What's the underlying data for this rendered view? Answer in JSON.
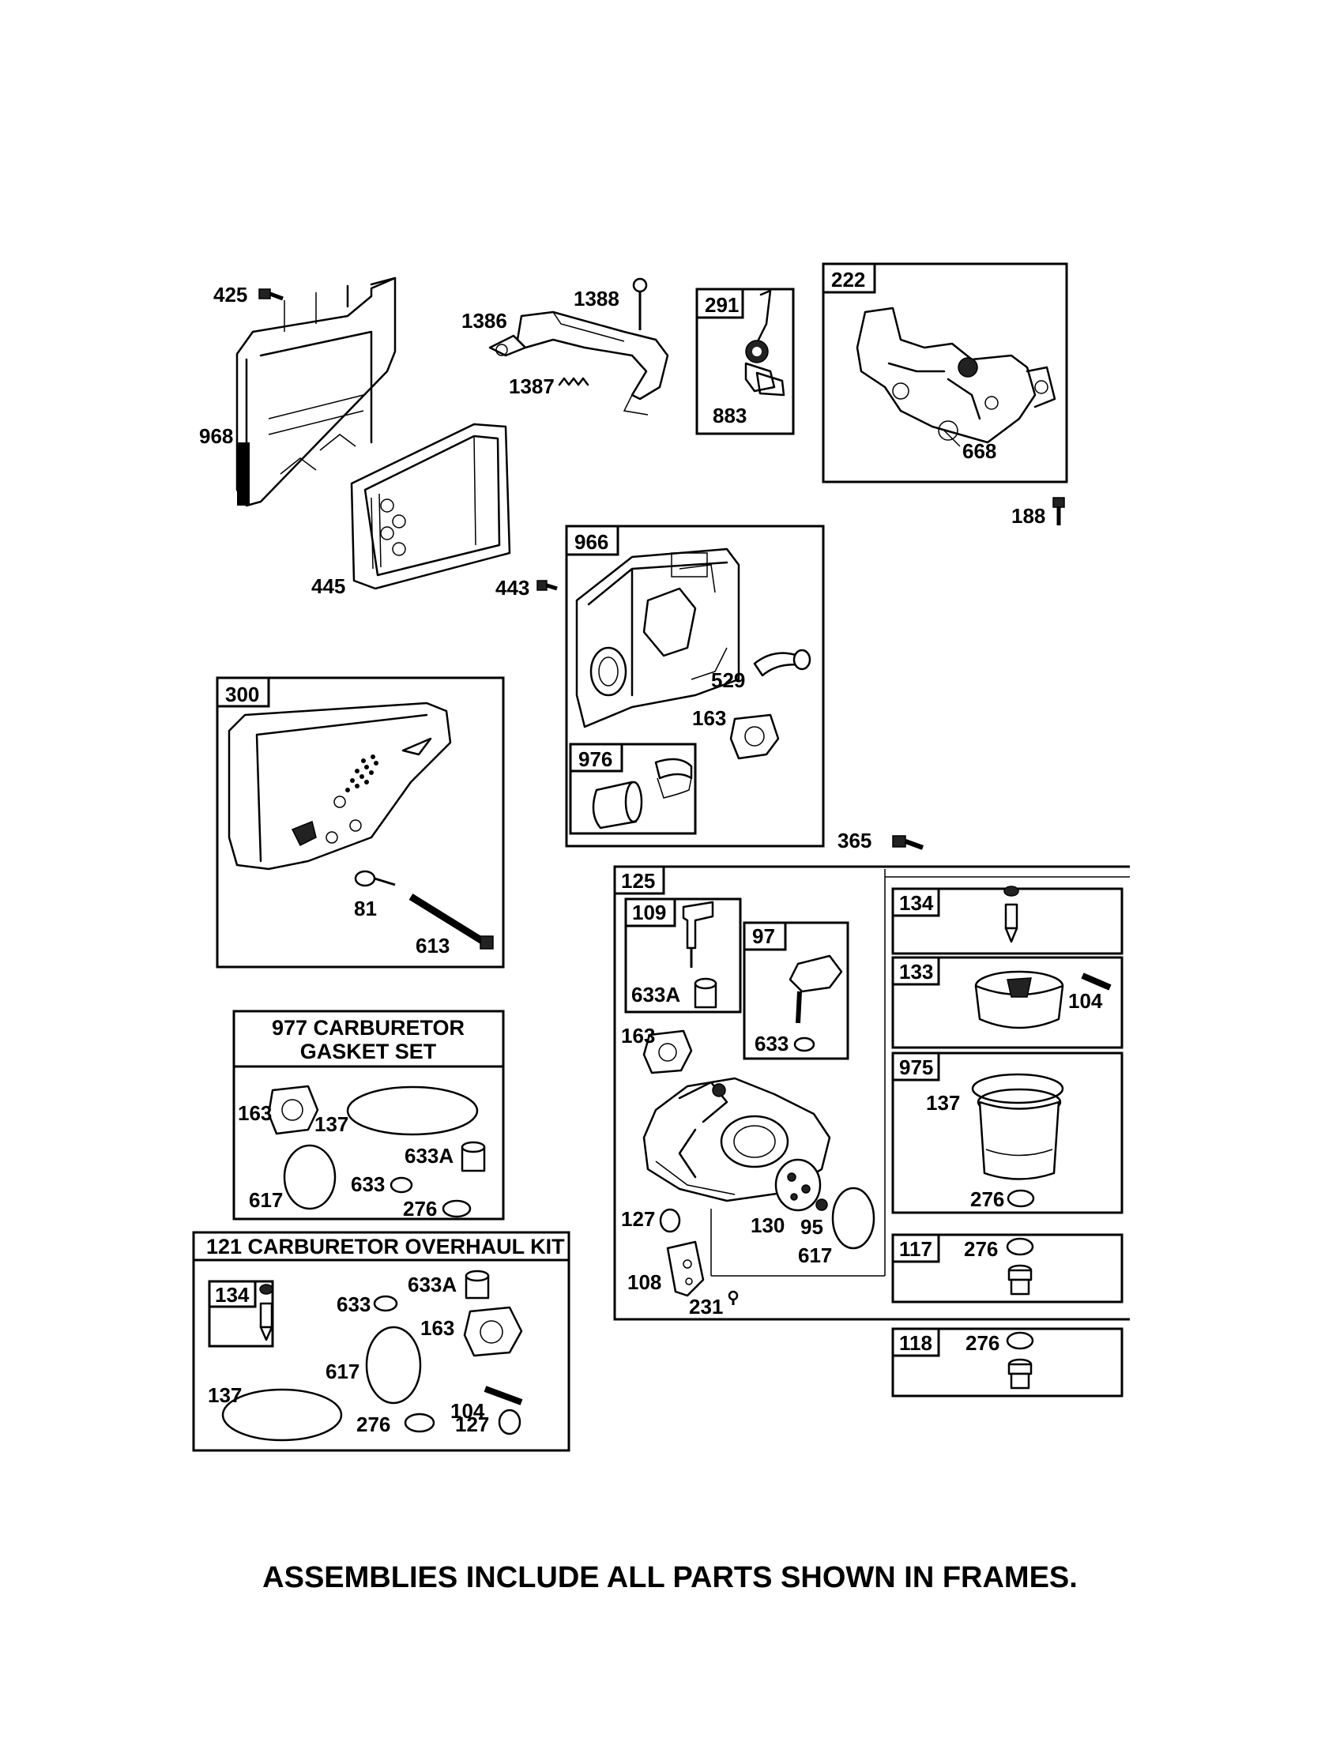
{
  "callouts": {
    "c425": "425",
    "c968": "968",
    "c445": "445",
    "c1386": "1386",
    "c1387": "1387",
    "c1388": "1388",
    "c291": "291",
    "c883": "883",
    "c222": "222",
    "c668": "668",
    "c188": "188",
    "c966": "966",
    "c443": "443",
    "c529": "529",
    "c163a": "163",
    "c976": "976",
    "c365": "365",
    "c300": "300",
    "c81": "81",
    "c613": "613",
    "c125": "125",
    "c109": "109",
    "c633a1": "633A",
    "c97": "97",
    "c633_1": "633",
    "c163b": "163",
    "c127a": "127",
    "c130": "130",
    "c95": "95",
    "c617a": "617",
    "c108": "108",
    "c231": "231",
    "c134a": "134",
    "c133": "133",
    "c104a": "104",
    "c975": "975",
    "c137a": "137",
    "c276a": "276",
    "c117": "117",
    "c276b": "276",
    "c118": "118",
    "c276c": "276",
    "c163c": "163",
    "c137b": "137",
    "c633a2": "633A",
    "c633_2": "633",
    "c617b": "617",
    "c276d": "276",
    "c134b": "134",
    "c633_3": "633",
    "c633a3": "633A",
    "c163d": "163",
    "c617c": "617",
    "c137c": "137",
    "c104b": "104",
    "c276e": "276",
    "c127b": "127"
  },
  "gasket_set": {
    "title_line1": "977 CARBURETOR",
    "title_line2": "GASKET SET"
  },
  "overhaul_kit": {
    "title": "121 CARBURETOR OVERHAUL KIT"
  },
  "footer_note": "ASSEMBLIES INCLUDE ALL PARTS SHOWN IN FRAMES."
}
